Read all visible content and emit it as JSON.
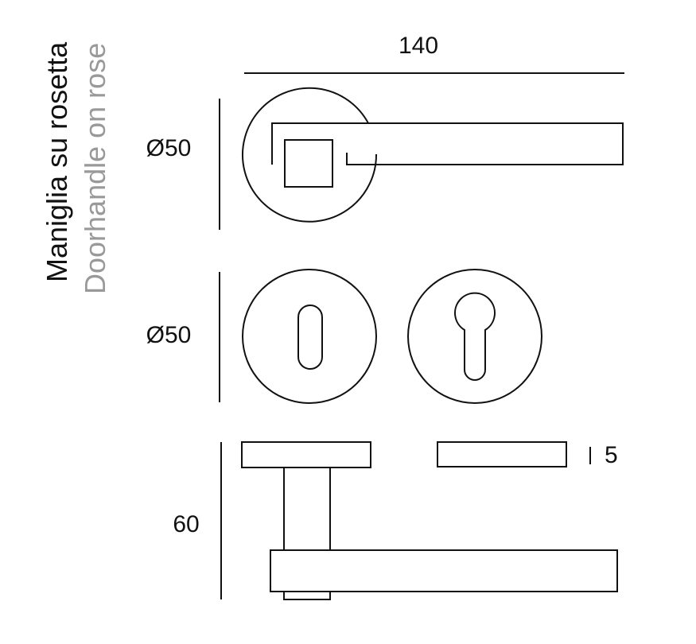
{
  "title": {
    "italian": "Maniglia su rosetta",
    "english": "Doorhandle on rose"
  },
  "dimensions": {
    "length": "140",
    "rose_diameter_top": "Ø50",
    "rose_diameter_middle": "Ø50",
    "projection": "60",
    "thickness": "5"
  },
  "colors": {
    "line": "#111111",
    "secondary_text": "#999999"
  }
}
